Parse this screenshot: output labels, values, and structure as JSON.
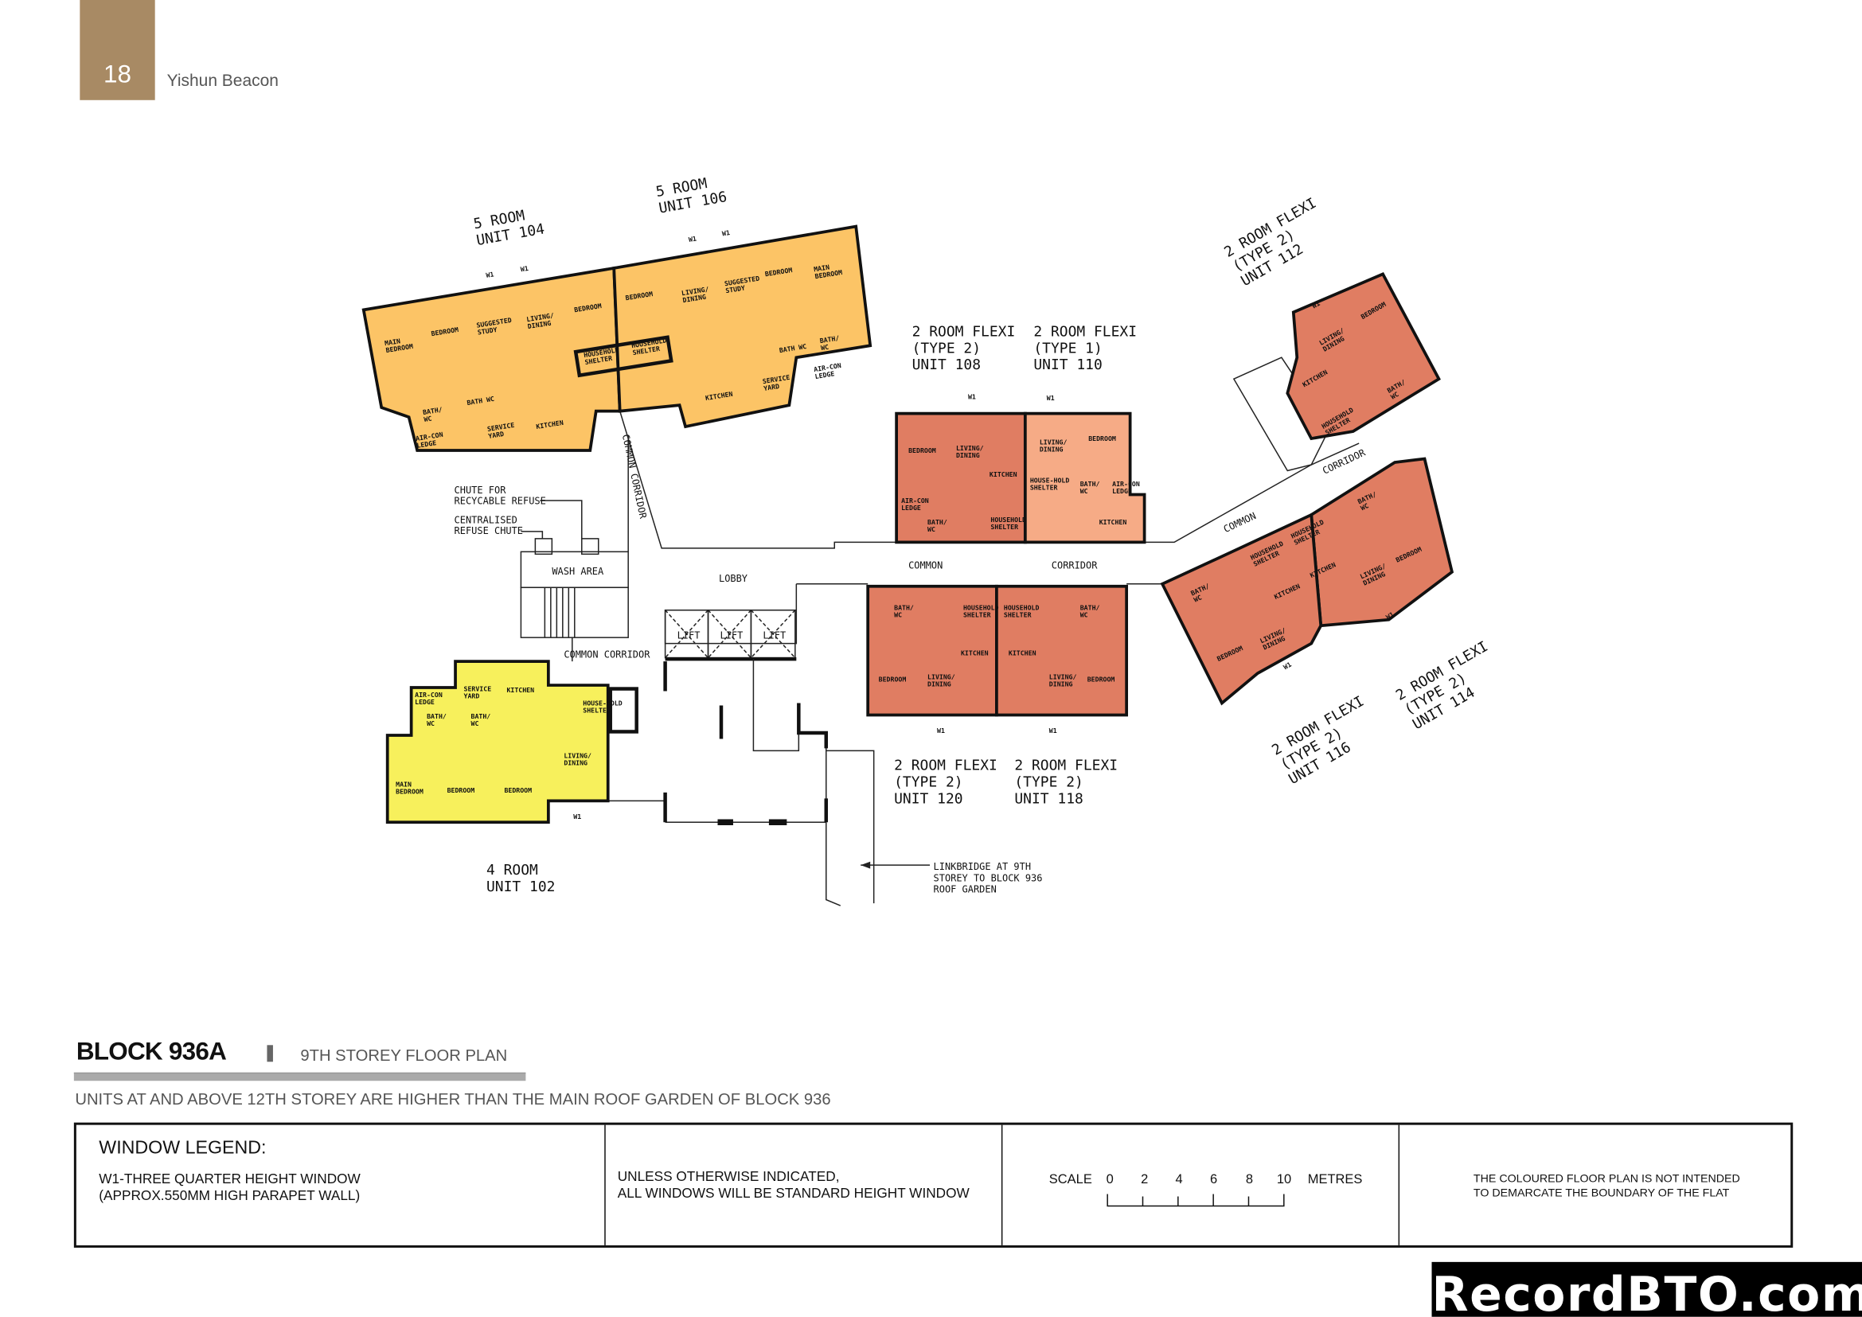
{
  "header": {
    "page_number": "18",
    "project_name": "Yishun Beacon"
  },
  "plan": {
    "units": [
      {
        "lines": [
          "5 ROOM",
          "UNIT 104"
        ],
        "rooms": [
          "MAIN BEDROOM",
          "BEDROOM",
          "SUGGESTED STUDY",
          "LIVING/ DINING",
          "BEDROOM",
          "HOUSEHOLD SHELTER",
          "BATH/ WC",
          "BATH WC",
          "AIR-CON LEDGE",
          "SERVICE YARD",
          "KITCHEN"
        ]
      },
      {
        "lines": [
          "5 ROOM",
          "UNIT 106"
        ],
        "rooms": [
          "BEDROOM",
          "LIVING/ DINING",
          "SUGGESTED STUDY",
          "BEDROOM",
          "MAIN BEDROOM",
          "HOUSEHOLD SHELTER",
          "BATH WC",
          "BATH/ WC",
          "AIR-CON LEDGE",
          "SERVICE YARD",
          "KITCHEN"
        ]
      },
      {
        "lines": [
          "2 ROOM FLEXI",
          "(TYPE 2)",
          "UNIT 108"
        ],
        "rooms": [
          "BEDROOM",
          "LIVING/ DINING",
          "KITCHEN",
          "BATH/ WC",
          "HOUSEHOLD SHELTER",
          "AIR-CON LEDGE"
        ]
      },
      {
        "lines": [
          "2 ROOM FLEXI",
          "(TYPE 1)",
          "UNIT 110"
        ],
        "rooms": [
          "LIVING/ DINING",
          "BEDROOM",
          "HOUSE-HOLD SHELTER",
          "BATH/ WC",
          "AIR-CON LEDGE",
          "KITCHEN"
        ]
      },
      {
        "lines": [
          "2 ROOM FLEXI",
          "(TYPE 2)",
          "UNIT 112"
        ],
        "rooms": [
          "LIVING/ DINING",
          "BEDROOM",
          "KITCHEN",
          "BATH/ WC",
          "HOUSEHOLD SHELTER"
        ]
      },
      {
        "lines": [
          "2 ROOM FLEXI",
          "(TYPE 2)",
          "UNIT 114"
        ],
        "rooms": [
          "BATH/ WC",
          "HOUSEHOLD SHELTER",
          "KITCHEN",
          "LIVING/ DINING",
          "BEDROOM"
        ]
      },
      {
        "lines": [
          "2 ROOM FLEXI",
          "(TYPE 2)",
          "UNIT 116"
        ],
        "rooms": [
          "BATH/ WC",
          "HOUSEHOLD SHELTER",
          "KITCHEN",
          "LIVING/ DINING",
          "BEDROOM"
        ]
      },
      {
        "lines": [
          "2 ROOM FLEXI",
          "(TYPE 2)",
          "UNIT 118"
        ],
        "rooms": [
          "BATH/ WC",
          "HOUSEHOLD SHELTER",
          "KITCHEN",
          "LIVING/ DINING",
          "BEDROOM"
        ]
      },
      {
        "lines": [
          "2 ROOM FLEXI",
          "(TYPE 2)",
          "UNIT 120"
        ],
        "rooms": [
          "BATH/ WC",
          "HOUSEHOLD SHELTER",
          "KITCHEN",
          "LIVING/ DINING",
          "BEDROOM"
        ]
      },
      {
        "lines": [
          "4 ROOM",
          "UNIT 102"
        ],
        "rooms": [
          "AIR-CON LEDGE",
          "SERVICE YARD",
          "KITCHEN",
          "BATH/ WC",
          "BATH/ WC",
          "HOUSE-HOLD SHELTER",
          "LIVING/ DINING",
          "MAIN BEDROOM",
          "BEDROOM",
          "BEDROOM"
        ]
      }
    ],
    "common": {
      "lobby": "LOBBY",
      "common_corridor_left": "COMMON CORRIDOR",
      "common_corridor_vertical": "COMMON CORRIDOR",
      "common_mid": "COMMON",
      "corridor_mid": "CORRIDOR",
      "common_right": "COMMON",
      "corridor_right": "CORRIDOR",
      "wash_area": "WASH AREA",
      "lift": "LIFT",
      "chute_recyclable": [
        "CHUTE FOR",
        "RECYCABLE REFUSE"
      ],
      "chute_central": [
        "CENTRALISED",
        "REFUSE CHUTE"
      ],
      "linkbridge": [
        "LINKBRIDGE AT 9TH",
        "STOREY TO BLOCK 936",
        "ROOF GARDEN"
      ],
      "window_tag": "W1"
    },
    "colors": {
      "five_room": "#fcc466",
      "four_room": "#f7f05c",
      "two_room_type2": "#e07d62",
      "two_room_type1": "#f6ab86",
      "page_badge": "#a88a64"
    }
  },
  "title": {
    "block": "BLOCK 936A",
    "storey": "9TH STOREY FLOOR PLAN",
    "notice": "UNITS AT AND ABOVE 12TH STOREY ARE HIGHER THAN THE MAIN ROOF GARDEN OF BLOCK 936"
  },
  "legend": {
    "window_title": "WINDOW LEGEND:",
    "window_lines": [
      "W1-THREE QUARTER HEIGHT WINDOW",
      "(APPROX.550MM HIGH PARAPET WALL)"
    ],
    "standard_lines": [
      "UNLESS OTHERWISE INDICATED,",
      "ALL WINDOWS WILL BE STANDARD HEIGHT WINDOW"
    ],
    "scale_label": "SCALE",
    "scale_ticks": [
      "0",
      "2",
      "4",
      "6",
      "8",
      "10"
    ],
    "scale_unit": "METRES",
    "disclaimer_lines": [
      "THE COLOURED FLOOR PLAN IS NOT INTENDED",
      "TO DEMARCATE THE BOUNDARY OF THE FLAT"
    ]
  },
  "watermark": "RecordBTO.com"
}
